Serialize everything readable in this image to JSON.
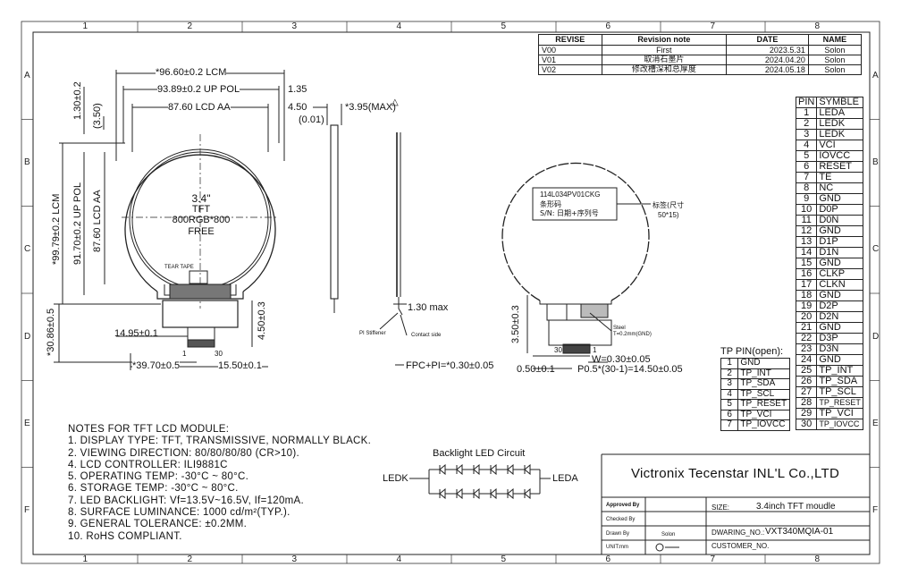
{
  "grid": {
    "columns": [
      "1",
      "2",
      "3",
      "4",
      "5",
      "6",
      "7",
      "8"
    ],
    "rows": [
      "A",
      "B",
      "C",
      "D",
      "E",
      "F"
    ]
  },
  "revision": {
    "headers": [
      "REVISE",
      "Revision note",
      "DATE",
      "NAME"
    ],
    "rows": [
      [
        "V00",
        "First",
        "2023.5.31",
        "Solon"
      ],
      [
        "V01",
        "取消石墨片",
        "2024.04.20",
        "Solon"
      ],
      [
        "V02",
        "修改槽深和总厚度",
        "2024.05.18",
        "Solon"
      ]
    ]
  },
  "pins": {
    "headers": [
      "PIN",
      "SYMBLE"
    ],
    "rows": [
      [
        "1",
        "LEDA"
      ],
      [
        "2",
        "LEDK"
      ],
      [
        "3",
        "LEDK"
      ],
      [
        "4",
        "VCI"
      ],
      [
        "5",
        "IOVCC"
      ],
      [
        "6",
        "RESET"
      ],
      [
        "7",
        "TE"
      ],
      [
        "8",
        "NC"
      ],
      [
        "9",
        "GND"
      ],
      [
        "10",
        "D0P"
      ],
      [
        "11",
        "D0N"
      ],
      [
        "12",
        "GND"
      ],
      [
        "13",
        "D1P"
      ],
      [
        "14",
        "D1N"
      ],
      [
        "15",
        "GND"
      ],
      [
        "16",
        "CLKP"
      ],
      [
        "17",
        "CLKN"
      ],
      [
        "18",
        "GND"
      ],
      [
        "19",
        "D2P"
      ],
      [
        "20",
        "D2N"
      ],
      [
        "21",
        "GND"
      ],
      [
        "22",
        "D3P"
      ],
      [
        "23",
        "D3N"
      ],
      [
        "24",
        "GND"
      ],
      [
        "25",
        "TP_INT"
      ],
      [
        "26",
        "TP_SDA"
      ],
      [
        "27",
        "TP_SCL"
      ],
      [
        "28",
        "TP_RESET"
      ],
      [
        "29",
        "TP_VCI"
      ],
      [
        "30",
        "TP_IOVCC"
      ]
    ]
  },
  "tp_pins": {
    "title": "TP PIN(open):",
    "rows": [
      [
        "1",
        "GND"
      ],
      [
        "2",
        "TP_INT"
      ],
      [
        "3",
        "TP_SDA"
      ],
      [
        "4",
        "TP_SCL"
      ],
      [
        "5",
        "TP_RESET"
      ],
      [
        "6",
        "TP_VCI"
      ],
      [
        "7",
        "TP_IOVCC"
      ]
    ]
  },
  "front_view": {
    "dims": {
      "lcm_w": "*96.60±0.2 LCM",
      "pol_w": "93.89±0.2 UP POL",
      "r135": "1.35",
      "aa_w": "87.60 LCD AA",
      "r450": "4.50",
      "v130": "1.30±0.2",
      "v350": "(3.50)",
      "lcm_h": "*99.79±0.2 LCM",
      "pol_h": "91.70±0.2 UP POL",
      "aa_h": "87.60 LCD AA",
      "h3086": "*30.86±0.5",
      "d1495": "14.95±0.1",
      "d450b": "4.50±0.3",
      "d3970": "*39.70±0.5",
      "d1550": "15.50±0.1",
      "pin1": "1",
      "pin30": "30"
    },
    "center": [
      "3.4\"",
      "TFT",
      "800RGB*800",
      "FREE"
    ],
    "tear_tape": "TEAR TAPE"
  },
  "side_view": {
    "d395": "*3.95(MAX)",
    "d001": "(0.01)",
    "d130max": "1.30 max",
    "pi_stiffener": "PI Stiffener",
    "contact_side": "Contact side",
    "fpc": "FPC+PI=*0.30±0.05"
  },
  "back_view": {
    "label_code": "114L034PV01CKG",
    "label_barcode": "条形码",
    "label_sn": "S/N: 日期+序列号",
    "label_note": "标签(尺寸",
    "label_size": "50*15)",
    "steel": "Steel",
    "steel_note": "T=0.2mm(GND)",
    "d350": "3.50±0.3",
    "w030": "W=0.30±0.05",
    "d050": "0.50±0.1",
    "pitch": "P0.5*(30-1)=14.50±0.05",
    "pin1": "1",
    "pin30": "30"
  },
  "notes": {
    "title": "NOTES FOR TFT LCD MODULE:",
    "items": [
      "1. DISPLAY TYPE: TFT, TRANSMISSIVE, NORMALLY BLACK.",
      "2. VIEWING DIRECTION: 80/80/80/80 (CR>10).",
      "4. LCD CONTROLLER: ILI9881C",
      "5. OPERATING TEMP: -30°C ~ 80°C.",
      "6. STORAGE TEMP: -30°C ~ 80°C.",
      "7. LED BACKLIGHT: Vf=13.5V~16.5V, If=120mA.",
      "8. SURFACE LUMINANCE: 1000 cd/m²(TYP.).",
      "9. GENERAL TOLERANCE: ±0.2MM.",
      "10. RoHS COMPLIANT."
    ]
  },
  "backlight": {
    "title": "Backlight LED Circuit",
    "left": "LEDK",
    "right": "LEDA"
  },
  "title_block": {
    "company": "Victronix Tecenstar INL'L Co.,LTD",
    "approved_label": "Approved By",
    "checked_label": "Checked By",
    "drawn_label": "Drawn By",
    "drawn_value": "Solon",
    "unit_label": "UNIT:mm",
    "size_label": "SIZE:",
    "size_value": "3.4inch TFT moudle",
    "drawing_label": "DWARING_NO.:",
    "drawing_value": "VXT340MQIA-01",
    "customer_label": "CUSTOMER_NO."
  }
}
